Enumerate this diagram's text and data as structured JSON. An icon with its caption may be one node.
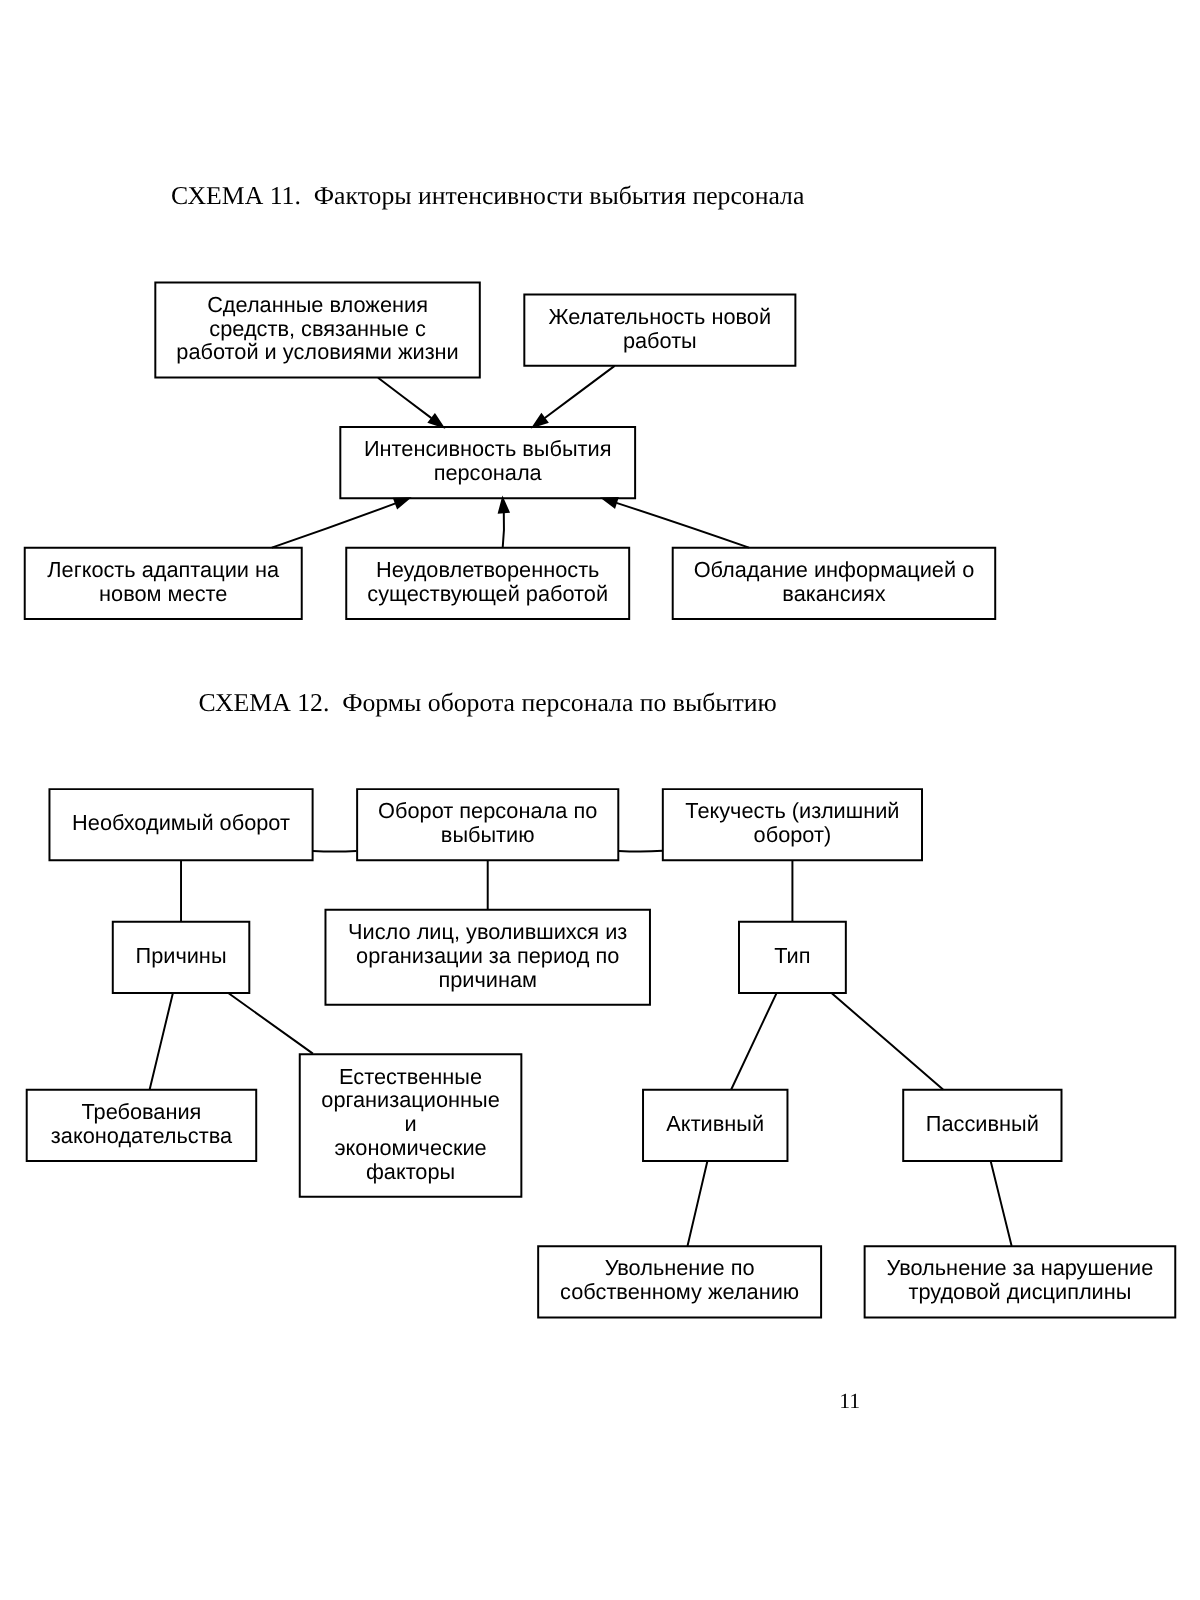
{
  "diagram": {
    "nodes": [
      {
        "text": [
          "Сделанные вложения средств, связанные с работой и условиями жизни"
        ]
      },
      {
        "text": [
          "Желательность новой работы"
        ]
      },
      {
        "text": [
          "Интенсивность выбытия персонала"
        ]
      },
      {
        "text": [
          "Легкость адаптации на новом месте"
        ]
      },
      {
        "text": [
          "Обладание информацией о вакансиях"
        ]
      },
      {
        "text": [
          "Неудовлетворенность существующей работой"
        ]
      },
      {
        "text": [
          "Необходимый оборот"
        ]
      },
      {
        "text": [
          "Оборот персонала по выбытию"
        ]
      },
      {
        "text": [
          "Текучесть (излишний оборот)"
        ]
      },
      {
        "text": [
          "Число лиц, уволившихся из организации за период по причинам"
        ]
      },
      {
        "text": [
          "Причины"
        ]
      },
      {
        "text": [
          "Тип"
        ]
      },
      {
        "text": [
          "Требования законодательства"
        ]
      },
      {
        "text": [
          "Естественные организационные и экономические факторы"
        ]
      },
      {
        "text": [
          "Активный"
        ]
      },
      {
        "text": [
          "Пассивный"
        ]
      },
      {
        "text": [
          "Увольнение по собственному желанию"
        ]
      },
      {
        "text": [
          "Увольнение за нарушение трудовой дисциплины"
        ]
      }
    ],
    "edges": [
      {
        "from": 0,
        "to": 2,
        "arrow": "to"
      },
      {
        "from": 1,
        "to": 2,
        "arrow": "to"
      },
      {
        "from": 3,
        "to": 2,
        "arrow": "to"
      },
      {
        "from": 4,
        "to": 2,
        "arrow": "to"
      },
      {
        "from": 5,
        "to": 2,
        "arrow": "to"
      },
      {
        "from": 7,
        "to": 6,
        "arrow": "none"
      },
      {
        "from": 7,
        "to": 8,
        "arrow": "none"
      },
      {
        "from": 7,
        "to": 9,
        "arrow": "none"
      },
      {
        "from": 6,
        "to": 10,
        "arrow": "none"
      },
      {
        "from": 8,
        "to": 11,
        "arrow": "none"
      },
      {
        "from": 10,
        "to": 12,
        "arrow": "none"
      },
      {
        "from": 10,
        "to": 13,
        "arrow": "none"
      },
      {
        "from": 11,
        "to": 14,
        "arrow": "none"
      },
      {
        "from": 11,
        "to": 15,
        "arrow": "none"
      },
      {
        "from": 14,
        "to": 16,
        "arrow": "none"
      },
      {
        "from": 15,
        "to": 17,
        "arrow": "none"
      }
    ],
    "labels": [
      "СХЕМА 11.  Факторы интенсивности выбытия персонала",
      "СХЕМА 12.  Формы оборота персонала по выбытию",
      "11"
    ]
  }
}
